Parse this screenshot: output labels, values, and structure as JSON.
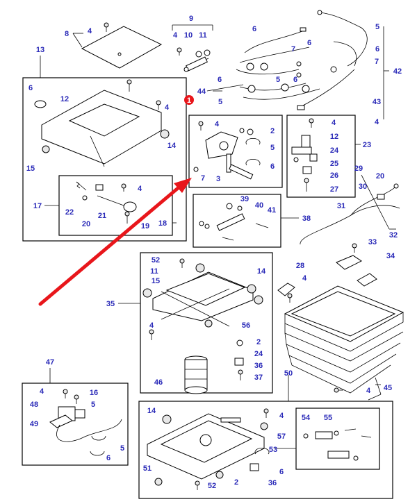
{
  "labels": {
    "n1": "1",
    "n2a": "2",
    "n2b": "2",
    "n2c": "2",
    "n3": "3",
    "n4a": "4",
    "n4b": "4",
    "n4c": "4",
    "n4d": "4",
    "n4e": "4",
    "n4f": "4",
    "n4g": "4",
    "n4h": "4",
    "n4i": "4",
    "n4j": "4",
    "n4k": "4",
    "n5a": "5",
    "n5b": "5",
    "n5c": "5",
    "n5d": "5",
    "n5e": "5",
    "n5f": "5",
    "n6a": "6",
    "n6b": "6",
    "n6c": "6",
    "n6d": "6",
    "n6e": "6",
    "n6f": "6",
    "n6g": "6",
    "n6h": "6",
    "n7a": "7",
    "n7b": "7",
    "n7c": "7",
    "n8": "8",
    "n9": "9",
    "n10": "10",
    "n11a": "11",
    "n11b": "11",
    "n12a": "12",
    "n12b": "12",
    "n13": "13",
    "n14a": "14",
    "n14b": "14",
    "n14c": "14",
    "n15a": "15",
    "n15b": "15",
    "n16": "16",
    "n17": "17",
    "n18": "18",
    "n19": "19",
    "n20a": "20",
    "n20b": "20",
    "n21": "21",
    "n22": "22",
    "n23": "23",
    "n24a": "24",
    "n24b": "24",
    "n25": "25",
    "n26": "26",
    "n27": "27",
    "n28": "28",
    "n29": "29",
    "n30": "30",
    "n31": "31",
    "n32": "32",
    "n33": "33",
    "n34": "34",
    "n35": "35",
    "n36a": "36",
    "n36b": "36",
    "n37": "37",
    "n38": "38",
    "n39": "39",
    "n40": "40",
    "n41": "41",
    "n42": "42",
    "n43": "43",
    "n44": "44",
    "n45": "45",
    "n46": "46",
    "n47": "47",
    "n48": "48",
    "n49": "49",
    "n50": "50",
    "n51": "51",
    "n52a": "52",
    "n52b": "52",
    "n53": "53",
    "n54": "54",
    "n55": "55",
    "n56": "56",
    "n57": "57"
  },
  "colors": {
    "label": "#2a2ab8",
    "arrow": "#e8161b",
    "marker": "#e8161b",
    "line": "#000000"
  }
}
